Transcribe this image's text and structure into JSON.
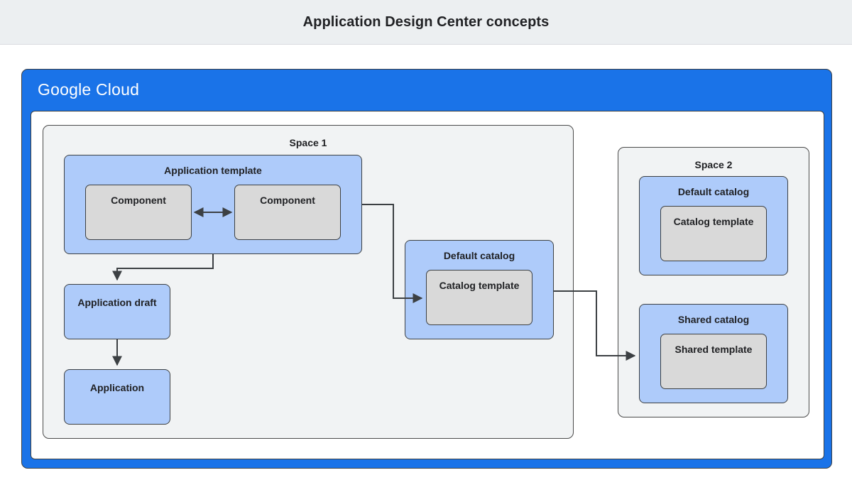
{
  "header": {
    "title": "Application Design Center concepts"
  },
  "platform": {
    "brand_primary": "Google",
    "brand_secondary": "Cloud",
    "frame_color": "#1a73e8"
  },
  "palette": {
    "header_background": "#eceff1",
    "page_background": "#ffffff",
    "space_background": "#f1f3f4",
    "blue_box": "#aecbfa",
    "gray_box": "#d9d9d9",
    "stroke": "#3c4043",
    "text": "#202124"
  },
  "spaces": [
    {
      "id": "space-1",
      "label": "Space 1",
      "nodes": [
        {
          "id": "application-template",
          "label": "Application template",
          "kind": "blue",
          "children": [
            {
              "id": "component-left",
              "label": "Component",
              "kind": "gray"
            },
            {
              "id": "component-right",
              "label": "Component",
              "kind": "gray"
            }
          ]
        },
        {
          "id": "application-draft",
          "label": "Application draft",
          "kind": "blue",
          "children": []
        },
        {
          "id": "application",
          "label": "Application",
          "kind": "blue",
          "children": []
        },
        {
          "id": "default-catalog-space1",
          "label": "Default catalog",
          "kind": "blue",
          "children": [
            {
              "id": "catalog-template-space1",
              "label": "Catalog template",
              "kind": "gray"
            }
          ]
        }
      ]
    },
    {
      "id": "space-2",
      "label": "Space 2",
      "nodes": [
        {
          "id": "default-catalog-space2",
          "label": "Default catalog",
          "kind": "blue",
          "children": [
            {
              "id": "catalog-template-space2",
              "label": "Catalog template",
              "kind": "gray"
            }
          ]
        },
        {
          "id": "shared-catalog-space2",
          "label": "Shared catalog",
          "kind": "blue",
          "children": [
            {
              "id": "shared-template-space2",
              "label": "Shared template",
              "kind": "gray"
            }
          ]
        }
      ]
    }
  ],
  "connections": [
    {
      "id": "component-left-to-component-right",
      "from": "component-left",
      "to": "component-right",
      "arrow": "both"
    },
    {
      "id": "application-template-to-application-draft",
      "from": "application-template",
      "to": "application-draft",
      "arrow": "end"
    },
    {
      "id": "application-draft-to-application",
      "from": "application-draft",
      "to": "application",
      "arrow": "end"
    },
    {
      "id": "application-template-to-catalog-template",
      "from": "application-template",
      "to": "catalog-template-space1",
      "arrow": "end"
    },
    {
      "id": "default-catalog-to-shared-catalog",
      "from": "default-catalog-space1",
      "to": "shared-catalog-space2",
      "arrow": "end"
    }
  ]
}
